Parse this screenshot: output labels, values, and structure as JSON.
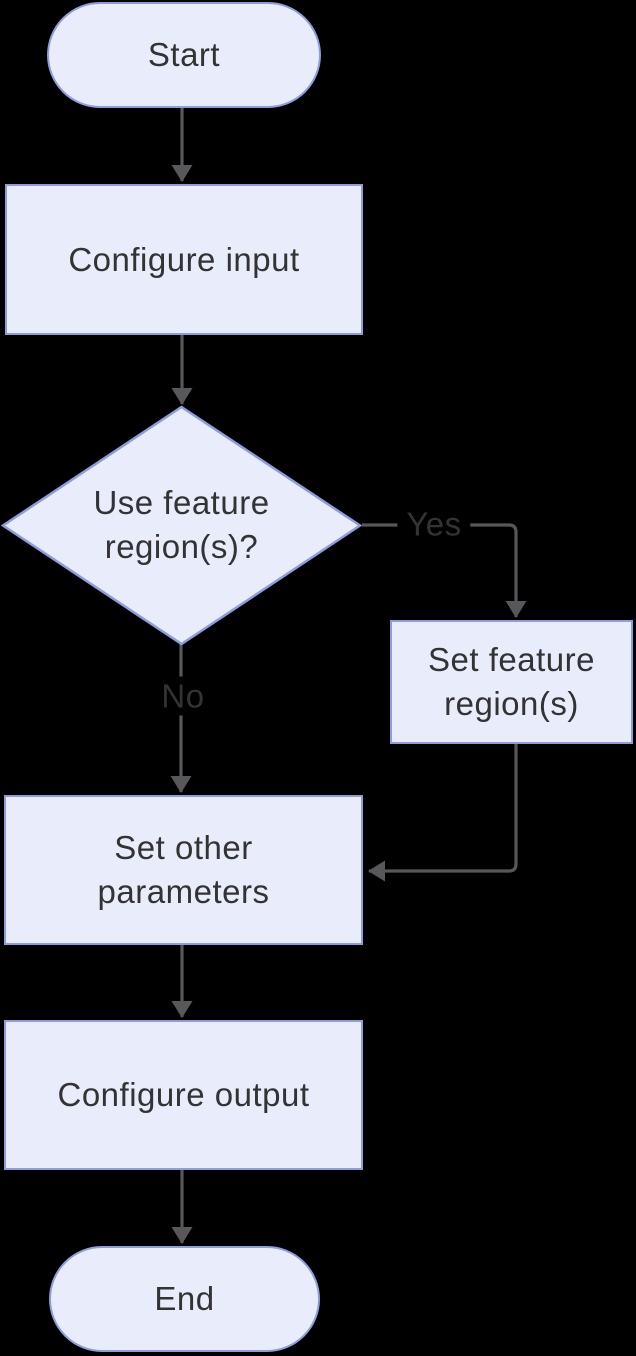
{
  "canvas": {
    "background": "#000000"
  },
  "style": {
    "canvas-bg": "#000000",
    "node-fill": "#e9edfb",
    "node-border": "#8d9cdd",
    "text-color": "#333333",
    "arrow-color": "#58585a",
    "label-bg": "#000000"
  },
  "flowchart": {
    "nodes": [
      {
        "id": "start",
        "type": "terminator",
        "label": "Start"
      },
      {
        "id": "configure-input",
        "type": "process",
        "label": "Configure input"
      },
      {
        "id": "use-feature-regions",
        "type": "decision",
        "label": "Use feature region(s)?"
      },
      {
        "id": "set-feature-regions",
        "type": "process",
        "label": "Set feature region(s)"
      },
      {
        "id": "set-other-parameters",
        "type": "process",
        "label": "Set other parameters"
      },
      {
        "id": "configure-output",
        "type": "process",
        "label": "Configure output"
      },
      {
        "id": "end",
        "type": "terminator",
        "label": "End"
      }
    ],
    "edges": [
      {
        "from": "start",
        "to": "configure-input",
        "label": ""
      },
      {
        "from": "configure-input",
        "to": "use-feature-regions",
        "label": ""
      },
      {
        "from": "use-feature-regions",
        "to": "set-feature-regions",
        "label": "Yes"
      },
      {
        "from": "use-feature-regions",
        "to": "set-other-parameters",
        "label": "No"
      },
      {
        "from": "set-feature-regions",
        "to": "set-other-parameters",
        "label": ""
      },
      {
        "from": "set-other-parameters",
        "to": "configure-output",
        "label": ""
      },
      {
        "from": "configure-output",
        "to": "end",
        "label": ""
      }
    ]
  }
}
